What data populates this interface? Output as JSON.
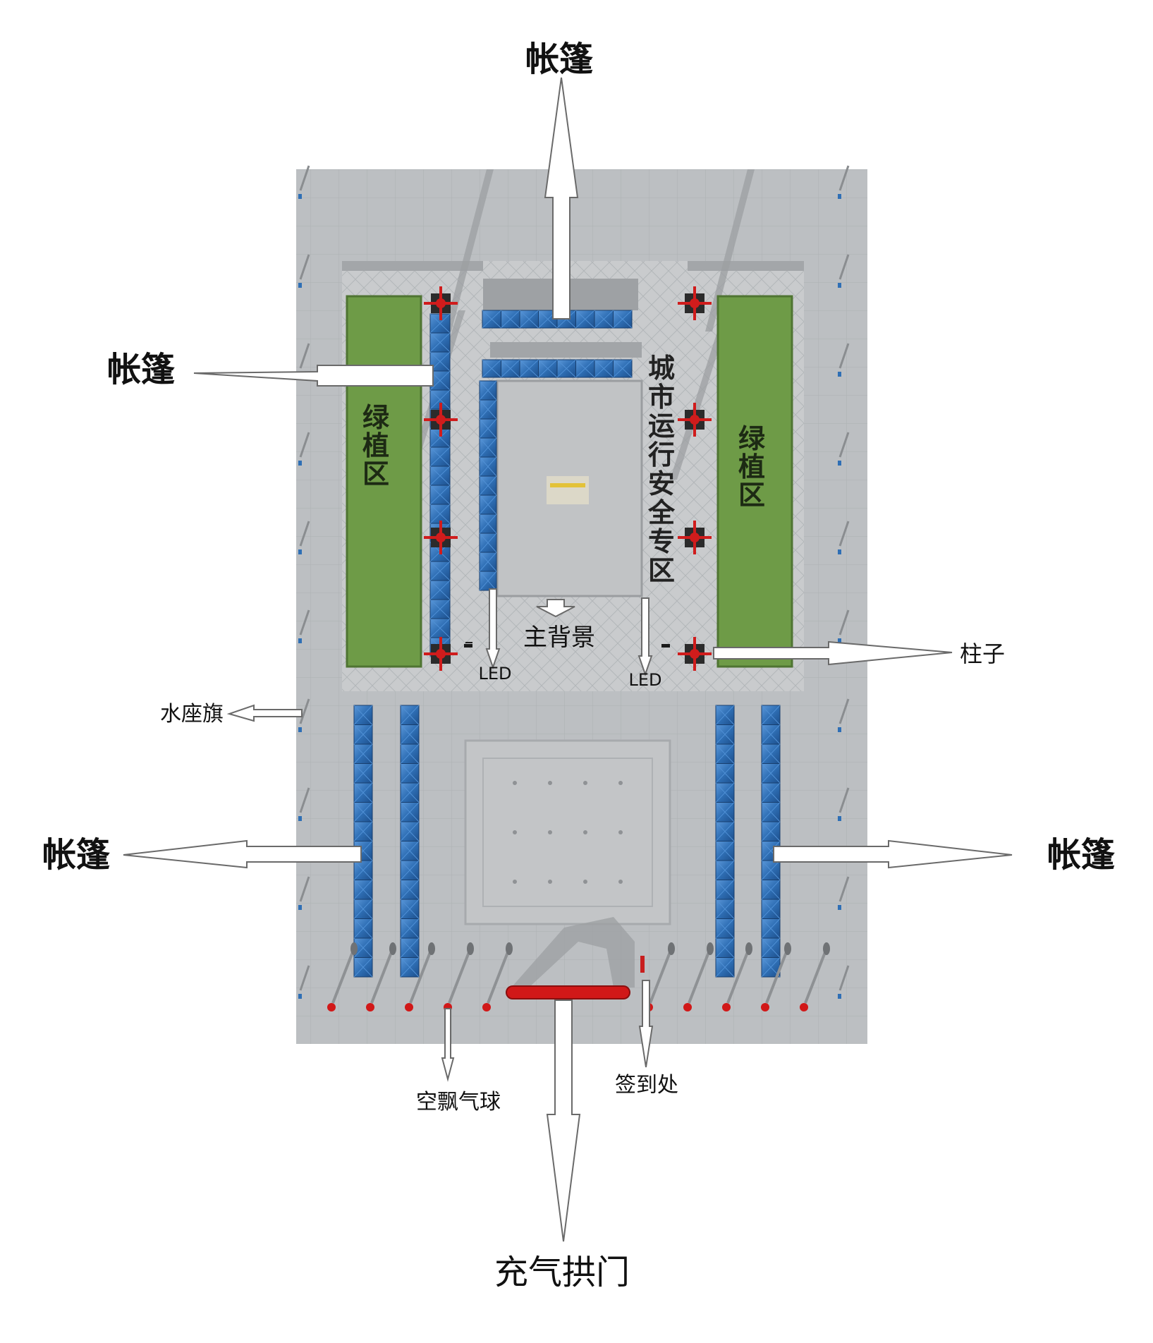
{
  "labels": {
    "tent_top": "帐篷",
    "tent_upper_left": "帐篷",
    "tent_left": "帐篷",
    "tent_right": "帐篷",
    "green_left": "绿\n植\n区",
    "green_right": "绿\n植\n区",
    "zone": "城\n市\n运\n行\n安\n全\n专\n区",
    "main_backdrop": "主背景",
    "led_left": "LED",
    "led_right": "LED",
    "pillar": "柱子",
    "water_flag": "水座旗",
    "balloon": "空飘气球",
    "signin": "签到处",
    "arch": "充气拱门"
  },
  "colors": {
    "ground": "#b9bcbf",
    "paving": "#c7c9cb",
    "green": "#6e9b47",
    "tent": "#2f6fb5",
    "pillar_red": "#d01c1c",
    "arrow_fill": "#ffffff",
    "arrow_stroke": "#6a6a6a"
  },
  "icons": {
    "pillar": "pillar-icon",
    "flag": "water-flag-icon",
    "balloon": "balloon-icon"
  }
}
